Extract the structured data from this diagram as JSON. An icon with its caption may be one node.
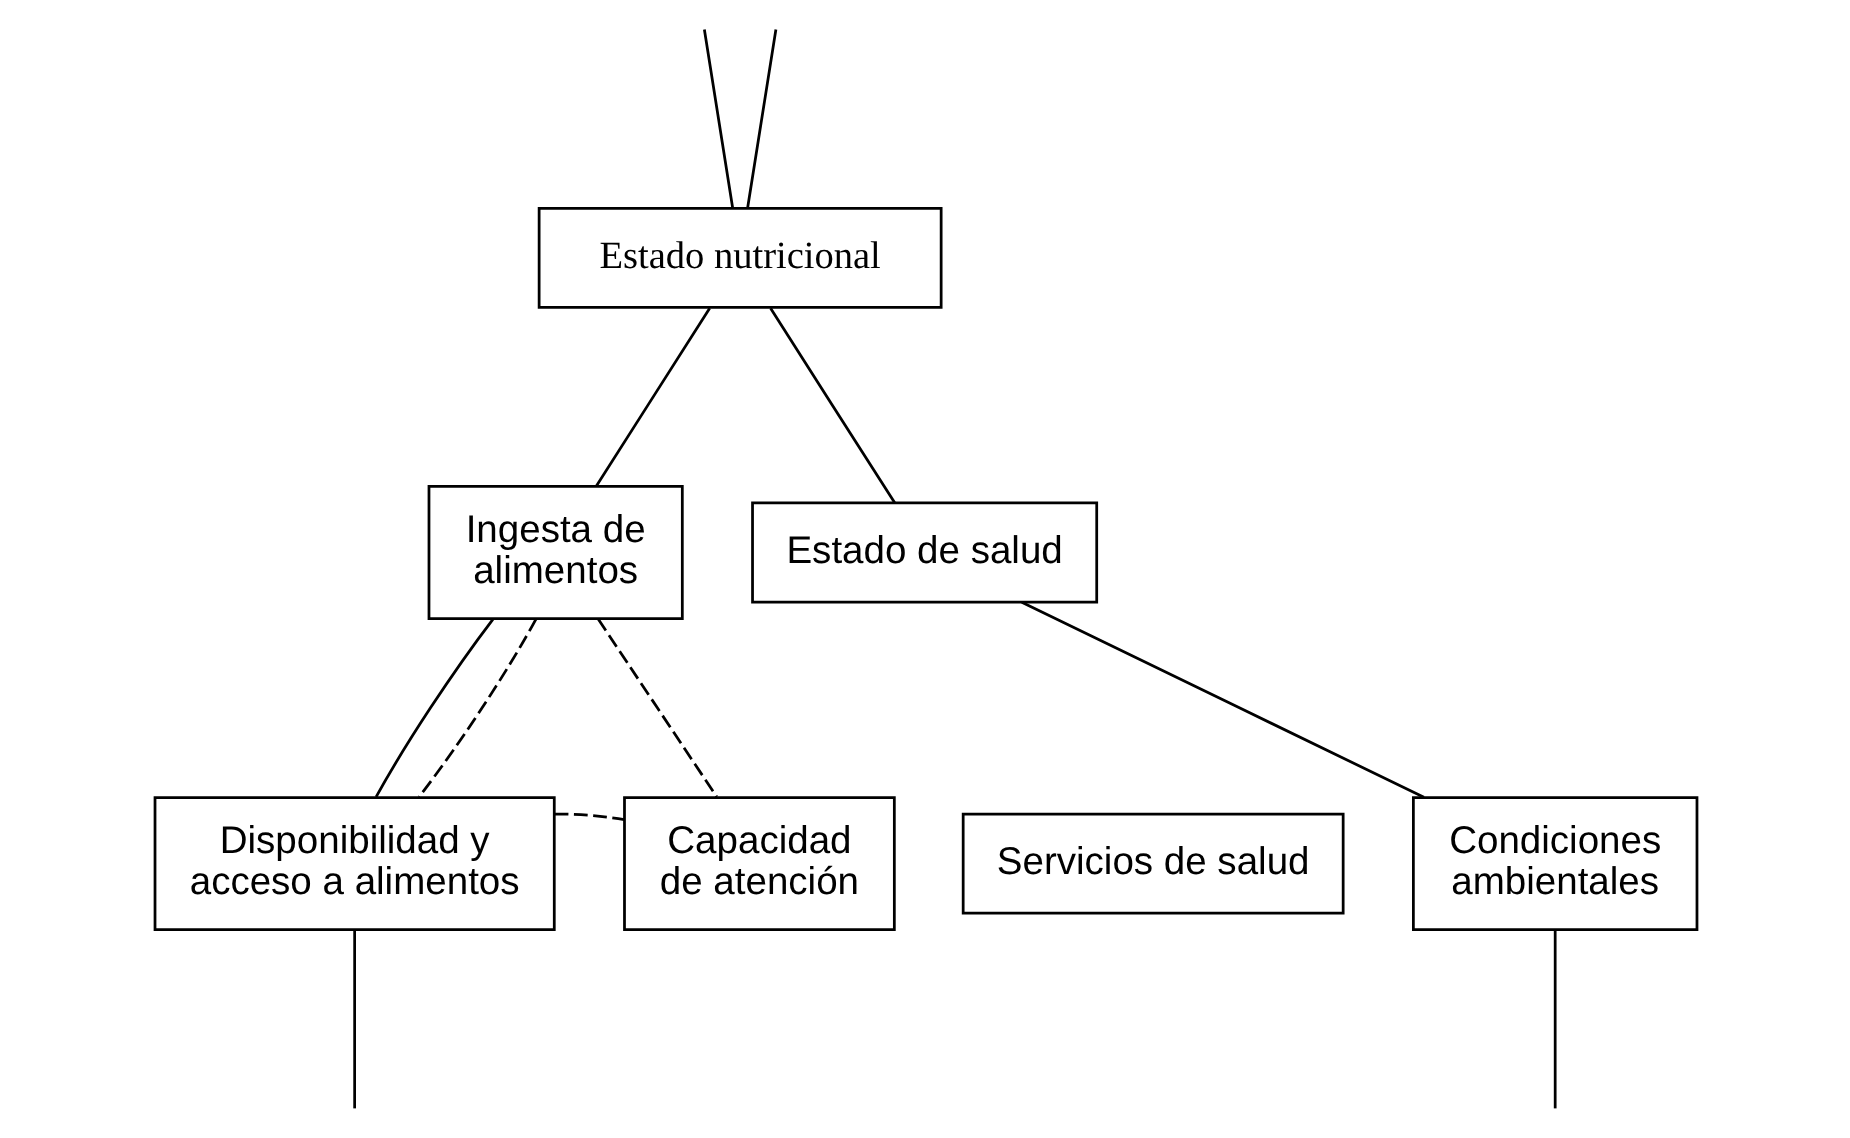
{
  "diagram": {
    "nodes": [
      {
        "text": [
          "Estado nutricional"
        ]
      },
      {
        "text": [
          "Ingesta de alimentos"
        ]
      },
      {
        "text": [
          "Estado de salud"
        ]
      },
      {
        "text": [
          "Disponibilidad y acceso a alimentos"
        ]
      },
      {
        "text": [
          "Capacidad de atención"
        ]
      },
      {
        "text": [
          "Servicios de salud"
        ]
      },
      {
        "text": [
          "Condiciones ambientales"
        ]
      }
    ],
    "edges": [
      {
        "from": null,
        "to": 0,
        "arrow": "none"
      },
      {
        "from": null,
        "to": 0,
        "arrow": "none"
      },
      {
        "from": 0,
        "to": 1,
        "arrow": "none"
      },
      {
        "from": 0,
        "to": 2,
        "arrow": "none"
      },
      {
        "from": 1,
        "to": 3,
        "arrow": "none"
      },
      {
        "from": 2,
        "to": 6,
        "arrow": "none"
      },
      {
        "from": 1,
        "to": 3,
        "arrow": "none",
        "style": "dashed"
      },
      {
        "from": 1,
        "to": 4,
        "arrow": "none",
        "style": "dashed"
      },
      {
        "from": 3,
        "to": 4,
        "arrow": "none",
        "style": "dashed"
      },
      {
        "from": 3,
        "to": null,
        "arrow": "none"
      },
      {
        "from": 6,
        "to": null,
        "arrow": "none"
      }
    ]
  }
}
